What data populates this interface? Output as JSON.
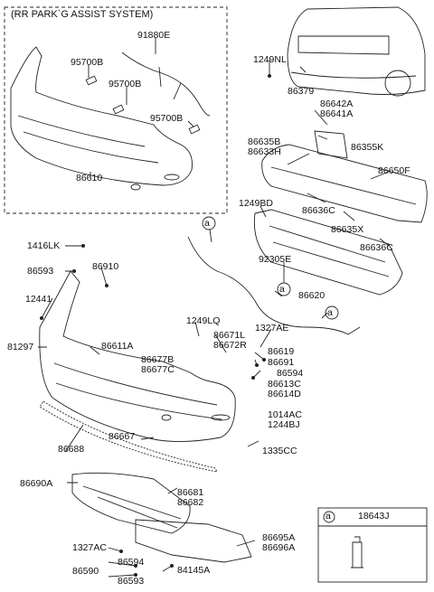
{
  "title": "(RR PARK`G ASSIST SYSTEM)",
  "callout_letter": "a",
  "legend_part": "18643J",
  "labels": {
    "p91880E": "91880E",
    "p95700B_1": "95700B",
    "p95700B_2": "95700B",
    "p95700B_3": "95700B",
    "p86610": "86610",
    "p1249NL": "1249NL",
    "p86379": "86379",
    "p86642A": "86642A",
    "p86641A": "86641A",
    "p86635B": "86635B",
    "p86633H": "86633H",
    "p86355K": "86355K",
    "p86650F": "86650F",
    "p1249BD": "1249BD",
    "p86636C_1": "86636C",
    "p86635X": "86635X",
    "p86636C_2": "86636C",
    "p1416LK": "1416LK",
    "p86593_1": "86593",
    "p86910": "86910",
    "p92305E": "92305E",
    "p12441": "12441",
    "p86620": "86620",
    "p81297": "81297",
    "p86611A": "86611A",
    "p1249LQ": "1249LQ",
    "p1327AE": "1327AE",
    "p86671L": "86671L",
    "p86672R": "86672R",
    "p86619": "86619",
    "p86677B": "86677B",
    "p86677C": "86677C",
    "p86691": "86691",
    "p86594_1": "86594",
    "p86613C": "86613C",
    "p86614D": "86614D",
    "p1014AC": "1014AC",
    "p1244BJ": "1244BJ",
    "p86667": "86667",
    "p86688": "86688",
    "p1335CC": "1335CC",
    "p86690A": "86690A",
    "p86681": "86681",
    "p86682": "86682",
    "p86695A": "86695A",
    "p86696A": "86696A",
    "p1327AC": "1327AC",
    "p86594_2": "86594",
    "p86590": "86590",
    "p84145A": "84145A",
    "p86593_2": "86593"
  }
}
